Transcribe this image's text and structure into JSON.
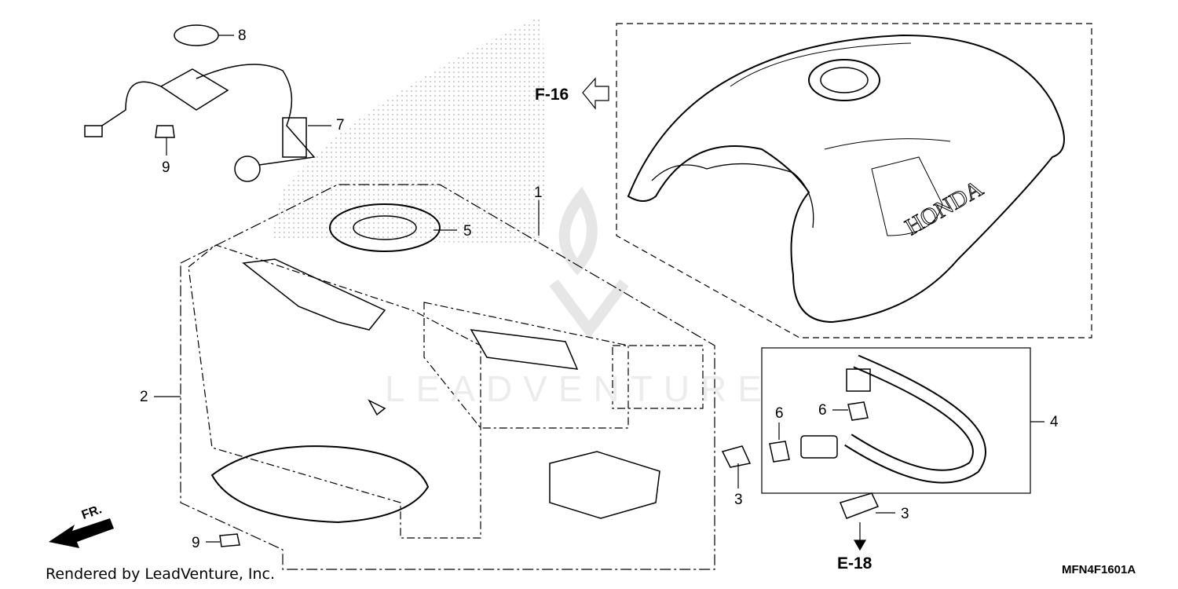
{
  "diagram": {
    "callouts": {
      "c1": "1",
      "c2": "2",
      "c3a": "3",
      "c3b": "3",
      "c4": "4",
      "c5": "5",
      "c6a": "6",
      "c6b": "6",
      "c7": "7",
      "c8": "8",
      "c9a": "9",
      "c9b": "9"
    },
    "refs": {
      "f16": "F-16",
      "e18": "E-18"
    },
    "direction_label": "FR.",
    "watermark_text": "LEADVENTURE",
    "tank_logo_text": "HONDA",
    "footer_text": "Rendered by LeadVenture, Inc.",
    "diagram_code": "MFN4F1601A"
  }
}
